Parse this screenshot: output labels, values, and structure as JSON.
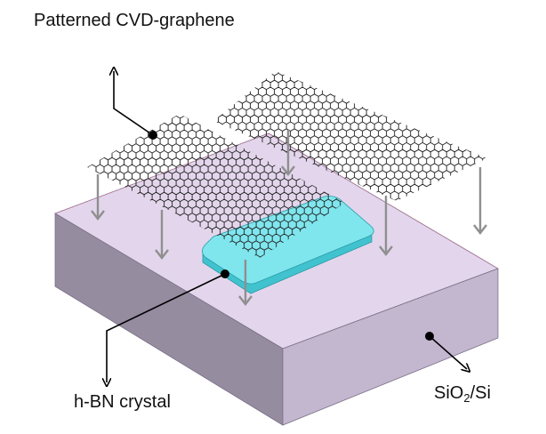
{
  "labels": {
    "graphene": "Patterned CVD-graphene",
    "hbn": "h-BN crystal",
    "substrate_main": "SiO",
    "substrate_sub": "2",
    "substrate_tail": "/Si"
  },
  "colors": {
    "substrate_top": "#e3d6ec",
    "substrate_front": "#958ca0",
    "substrate_side": "#c3b6cf",
    "hbn_top": "#7fe6ee",
    "hbn_side": "#41c3cf",
    "lattice": "#222222",
    "arrow_gray": "#8f8f8f",
    "arrow_black": "#000000"
  },
  "icons": {
    "hexagon_lattice": "graphene-lattice-icon",
    "down_arrow": "down-arrow-icon"
  }
}
